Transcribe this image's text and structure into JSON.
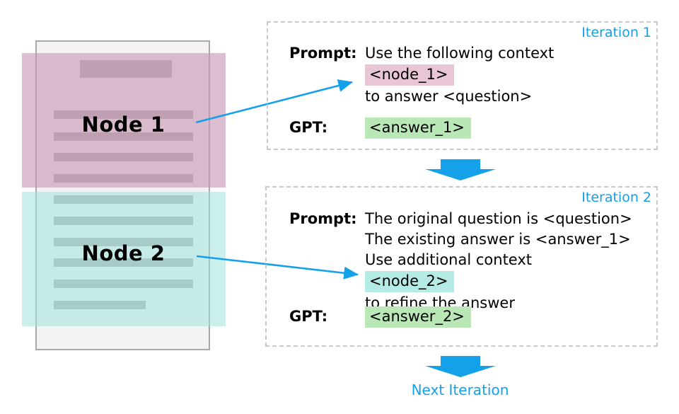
{
  "colors": {
    "accent_blue": "#14a1ea",
    "doc_bar_gray": "#b0b0b0",
    "page_gray": "#f3f3f3",
    "node1_chip": "#e8c6d6",
    "node2_chip": "#b4ebe4",
    "answer_chip": "#b9e7b6"
  },
  "document": {
    "node1_label": "Node 1",
    "node2_label": "Node 2"
  },
  "iterations": [
    {
      "title": "Iteration 1",
      "prompt_label": "Prompt:",
      "gpt_label": "GPT:",
      "pre_lines": [
        "Use the following context"
      ],
      "context_chip": "<node_1>",
      "post_lines": [
        "to answer <question>"
      ],
      "answer_chip": "<answer_1>"
    },
    {
      "title": "Iteration 2",
      "prompt_label": "Prompt:",
      "gpt_label": "GPT:",
      "pre_lines": [
        "The original question is <question>",
        "The existing answer is <answer_1>",
        "Use additional context"
      ],
      "context_chip": "<node_2>",
      "post_lines": [
        "to refine the answer"
      ],
      "answer_chip": "<answer_2>"
    }
  ],
  "footer": {
    "next_label": "Next Iteration"
  }
}
